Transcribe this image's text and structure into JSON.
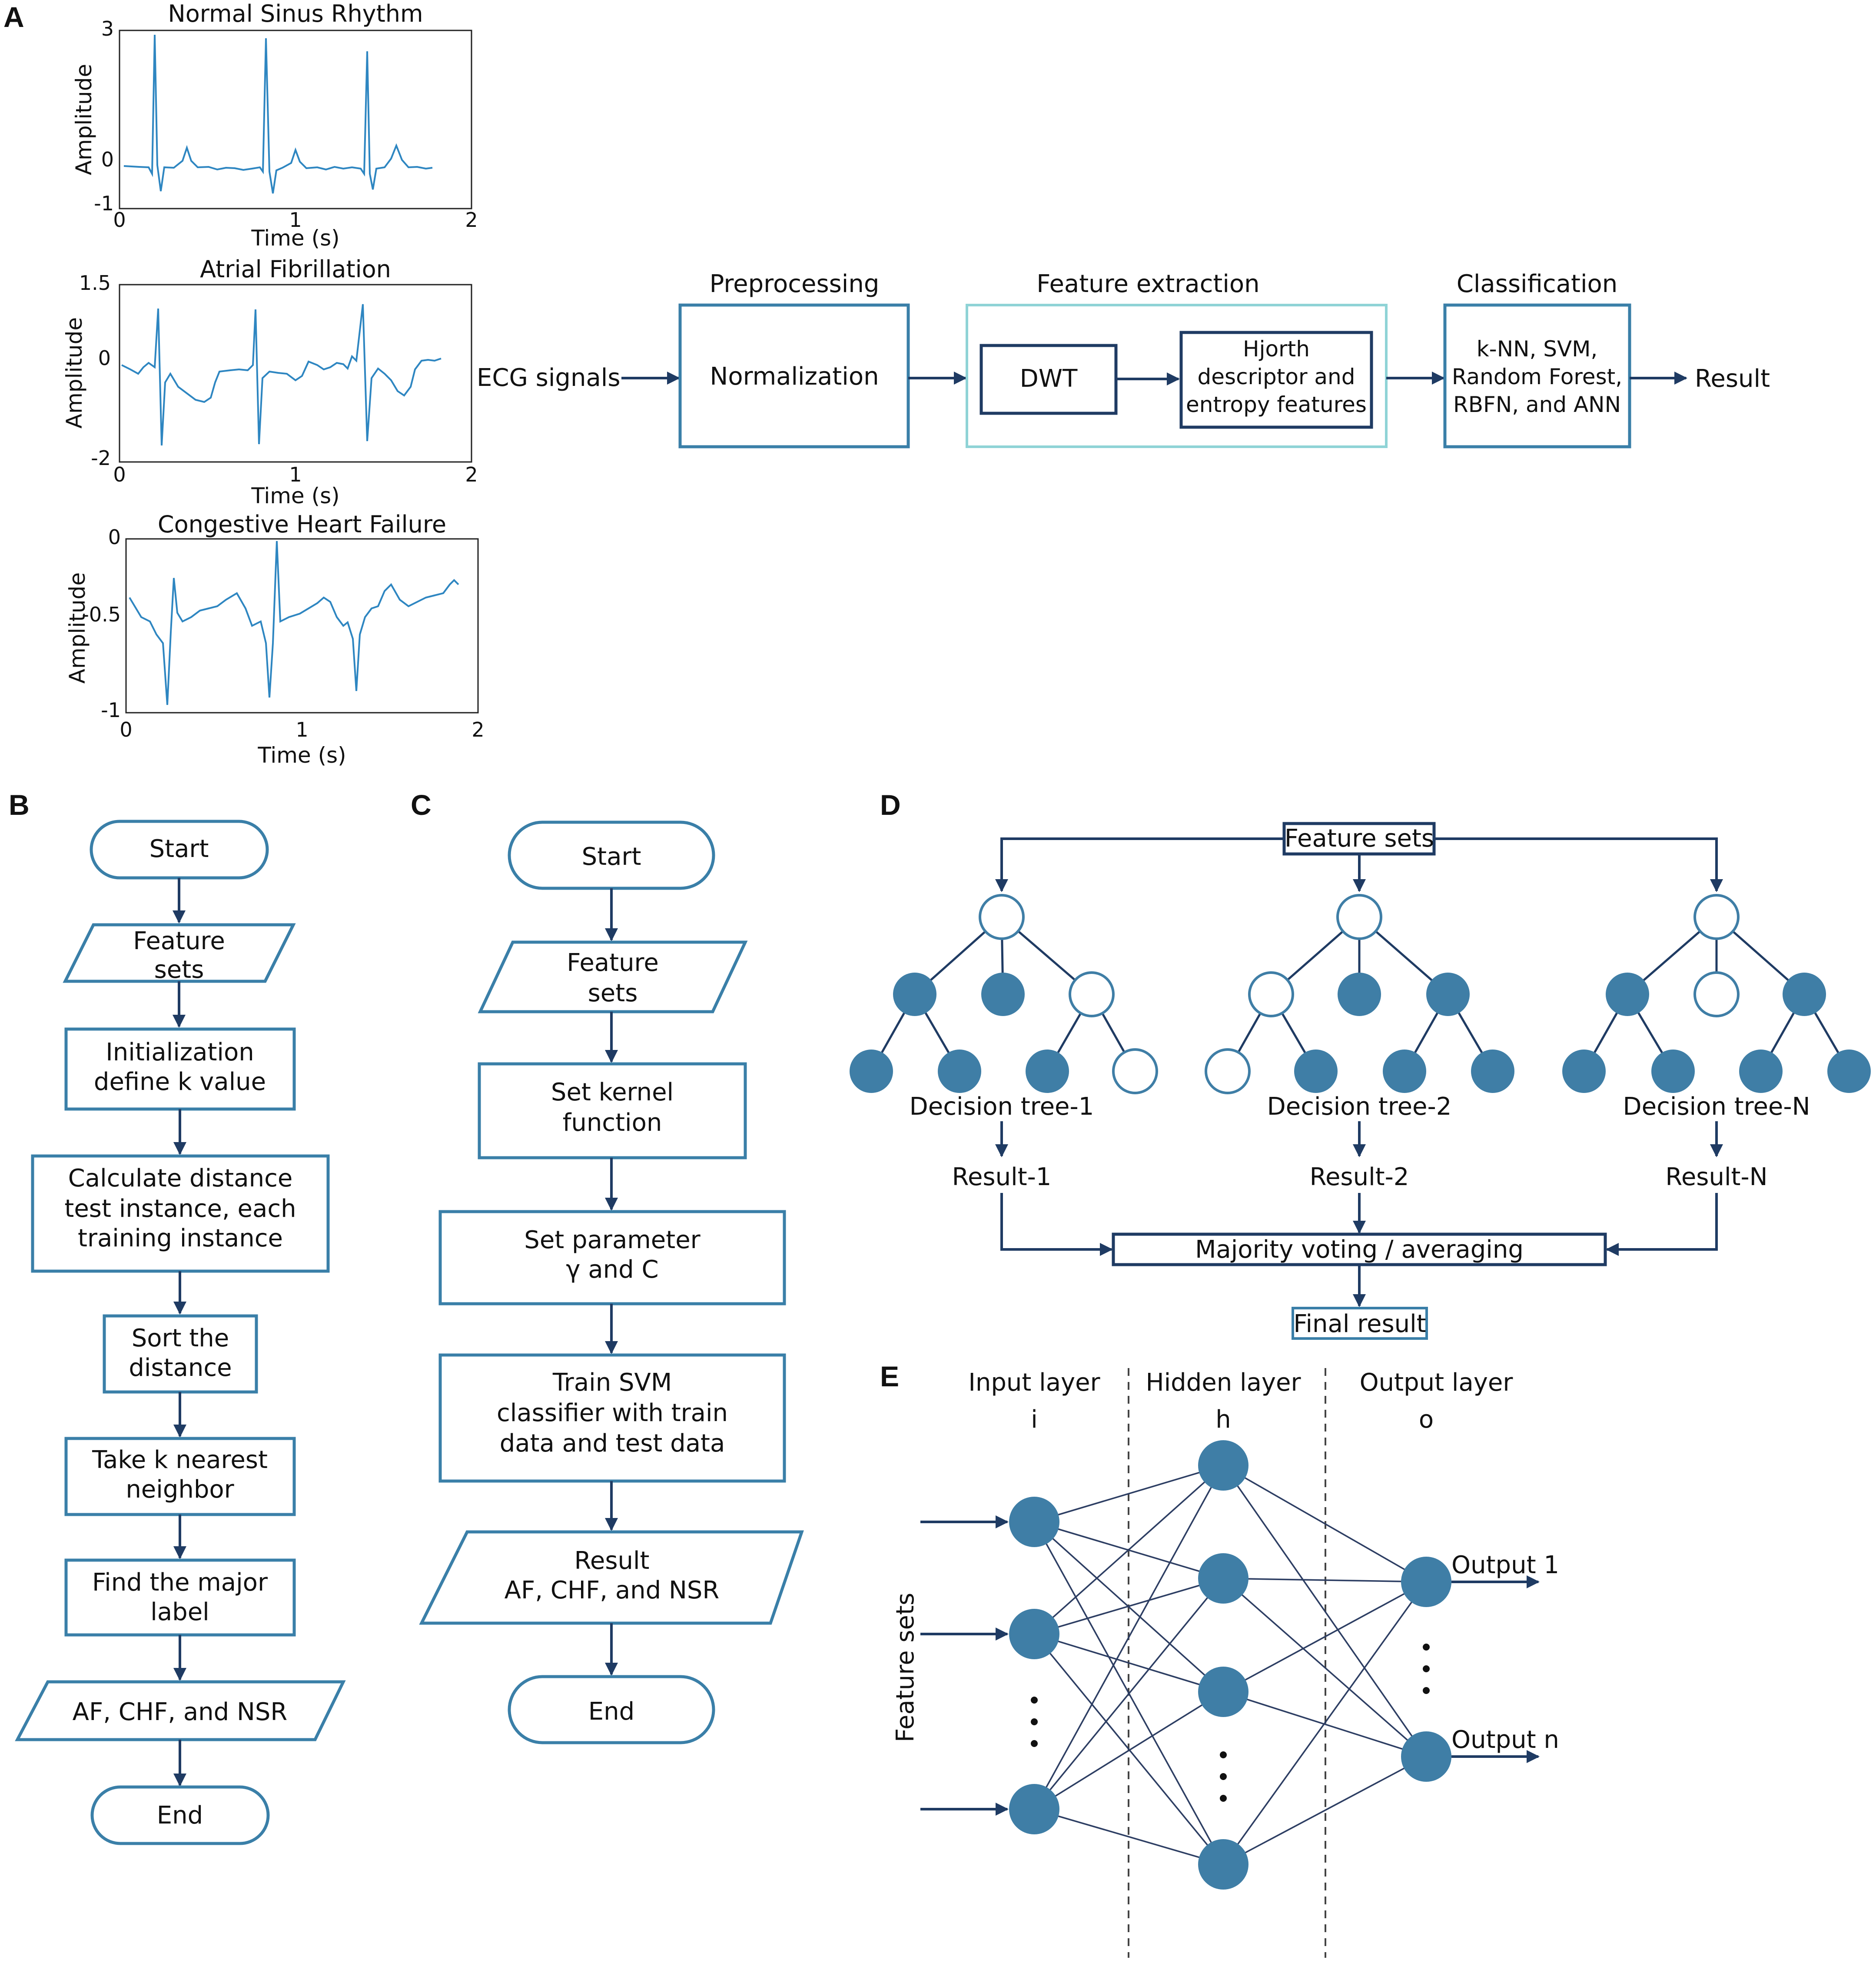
{
  "panels": {
    "a": {
      "letter": "A",
      "plots": [
        {
          "title": "Normal Sinus Rhythm",
          "xlabel": "Time (s)",
          "ylabel": "Amplitude",
          "yticks": [
            "3",
            "0",
            "-1"
          ],
          "xticks": [
            "0",
            "1",
            "2"
          ],
          "ylim": [
            -1,
            3
          ],
          "xlim": [
            0,
            2
          ]
        },
        {
          "title": "Atrial Fibrillation",
          "xlabel": "Time (s)",
          "ylabel": "Amplitude",
          "yticks": [
            "1.5",
            "0",
            "-2"
          ],
          "xticks": [
            "0",
            "1",
            "2"
          ],
          "ylim": [
            -2,
            1.5
          ],
          "xlim": [
            0,
            2
          ]
        },
        {
          "title": "Congestive Heart Failure",
          "xlabel": "Time (s)",
          "ylabel": "Amplitude",
          "yticks": [
            "0",
            "-0.5",
            "-1"
          ],
          "xticks": [
            "0",
            "1",
            "2"
          ],
          "ylim": [
            -1,
            0
          ],
          "xlim": [
            0,
            2
          ]
        }
      ],
      "pipeline": {
        "input": "ECG signals",
        "preprocessing_label": "Preprocessing",
        "normalization": "Normalization",
        "feature_extraction_label": "Feature extraction",
        "dwt": "DWT",
        "hjorth": [
          "Hjorth",
          "descriptor and",
          "entropy features"
        ],
        "classification_label": "Classification",
        "classifiers": [
          "k-NN, SVM,",
          "Random Forest,",
          "RBFN, and ANN"
        ],
        "result": "Result"
      }
    },
    "b": {
      "letter": "B",
      "steps": {
        "start": "Start",
        "feature": [
          "Feature",
          "sets"
        ],
        "init": [
          "Initialization",
          "define k value"
        ],
        "calc": [
          "Calculate distance",
          "test instance, each",
          "training instance"
        ],
        "sort": [
          "Sort the",
          "distance"
        ],
        "take": [
          "Take k nearest",
          "neighbor"
        ],
        "find": [
          "Find the major",
          "label"
        ],
        "output": "AF, CHF, and NSR",
        "end": "End"
      }
    },
    "c": {
      "letter": "C",
      "steps": {
        "start": "Start",
        "feature": [
          "Feature",
          "sets"
        ],
        "kernel": [
          "Set kernel",
          "function"
        ],
        "param": [
          "Set parameter",
          "γ and C"
        ],
        "train": [
          "Train SVM",
          "classifier with train",
          "data and test data"
        ],
        "result": [
          "Result",
          "AF, CHF, and NSR"
        ],
        "end": "End"
      }
    },
    "d": {
      "letter": "D",
      "feature_sets": "Feature sets",
      "trees": [
        {
          "name": "Decision tree-1",
          "result": "Result-1"
        },
        {
          "name": "Decision tree-2",
          "result": "Result-2"
        },
        {
          "name": "Decision tree-N",
          "result": "Result-N"
        }
      ],
      "voting": "Majority voting / averaging",
      "final": "Final result"
    },
    "e": {
      "letter": "E",
      "layers": [
        {
          "name": "Input layer",
          "symbol": "i"
        },
        {
          "name": "Hidden layer",
          "symbol": "h"
        },
        {
          "name": "Output layer",
          "symbol": "o"
        }
      ],
      "side_label": "Feature sets",
      "outputs": [
        "Output 1",
        "Output n"
      ]
    }
  },
  "colors": {
    "ecg_line": "#2e86c1",
    "box_border_blue": "#3a7fa8",
    "arrow_navy": "#1f3b63",
    "node_fill": "#3f7ea6",
    "feature_box_border": "#8fd3d6"
  }
}
